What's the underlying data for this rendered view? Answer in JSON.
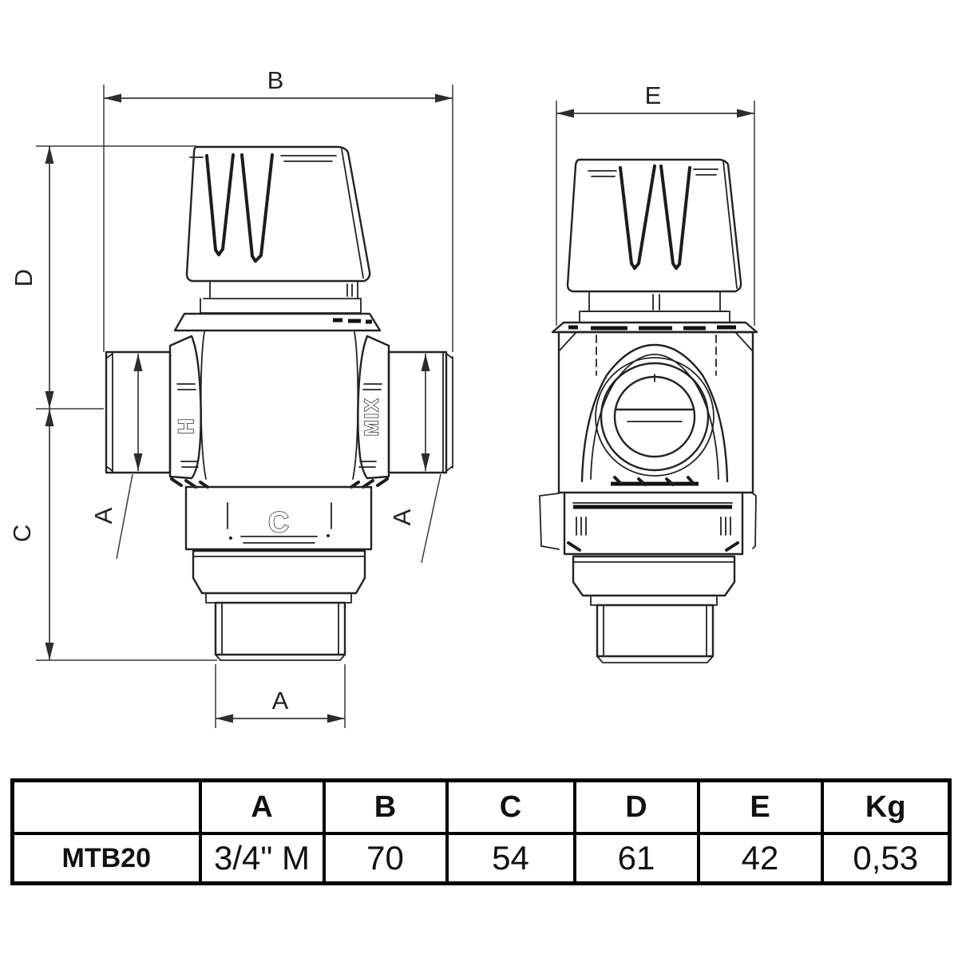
{
  "front_view": {
    "dim_b": "B",
    "dim_d": "D",
    "dim_c": "C",
    "dim_a_left": "A",
    "dim_a_right": "A",
    "dim_a_bottom": "A",
    "port_label_hot": "H",
    "port_label_mix": "MIX",
    "port_label_cold": "C"
  },
  "side_view": {
    "dim_e": "E"
  },
  "spec_table": {
    "headers": [
      "",
      "A",
      "B",
      "C",
      "D",
      "E",
      "Kg"
    ],
    "row": {
      "model": "MTB20",
      "a": "3/4\" M",
      "b": "70",
      "c": "54",
      "d": "61",
      "e": "42",
      "kg": "0,53"
    }
  },
  "colors": {
    "line": "#232323",
    "dim_line": "#3a3a3a",
    "background": "#ffffff",
    "table_border": "#000000",
    "text": "#111111"
  }
}
